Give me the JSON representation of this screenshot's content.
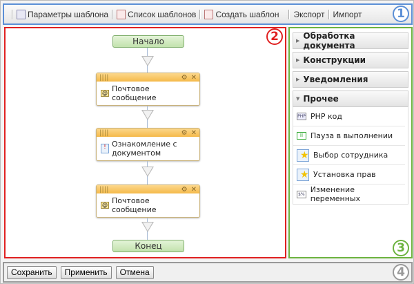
{
  "toolbar": {
    "items": [
      "Параметры шаблона",
      "Список шаблонов",
      "Создать шаблон",
      "Экспорт",
      "Импорт"
    ]
  },
  "flow": {
    "start": "Начало",
    "end": "Конец",
    "blocks": [
      "Почтовое сообщение",
      "Ознакомление с документом",
      "Почтовое сообщение"
    ]
  },
  "palette": {
    "sections": [
      "Обработка документа",
      "Конструкции",
      "Уведомления",
      "Прочее"
    ],
    "items": [
      {
        "label": "PHP код",
        "icon": "php-icon",
        "glyph": "PHP"
      },
      {
        "label": "Пауза в выполнении",
        "icon": "pause-icon",
        "glyph": "II"
      },
      {
        "label": "Выбор сотрудника",
        "icon": "star-icon"
      },
      {
        "label": "Установка прав",
        "icon": "star-icon"
      },
      {
        "label": "Изменение переменных",
        "icon": "variables-icon",
        "glyph": "$%"
      }
    ]
  },
  "buttons": {
    "save": "Сохранить",
    "apply": "Применить",
    "cancel": "Отмена"
  },
  "markers": [
    "1",
    "2",
    "3",
    "4"
  ],
  "colors": {
    "marker1": "#5b8fd6",
    "marker2": "#e02020",
    "marker3": "#6cb33f",
    "marker4": "#999999"
  }
}
